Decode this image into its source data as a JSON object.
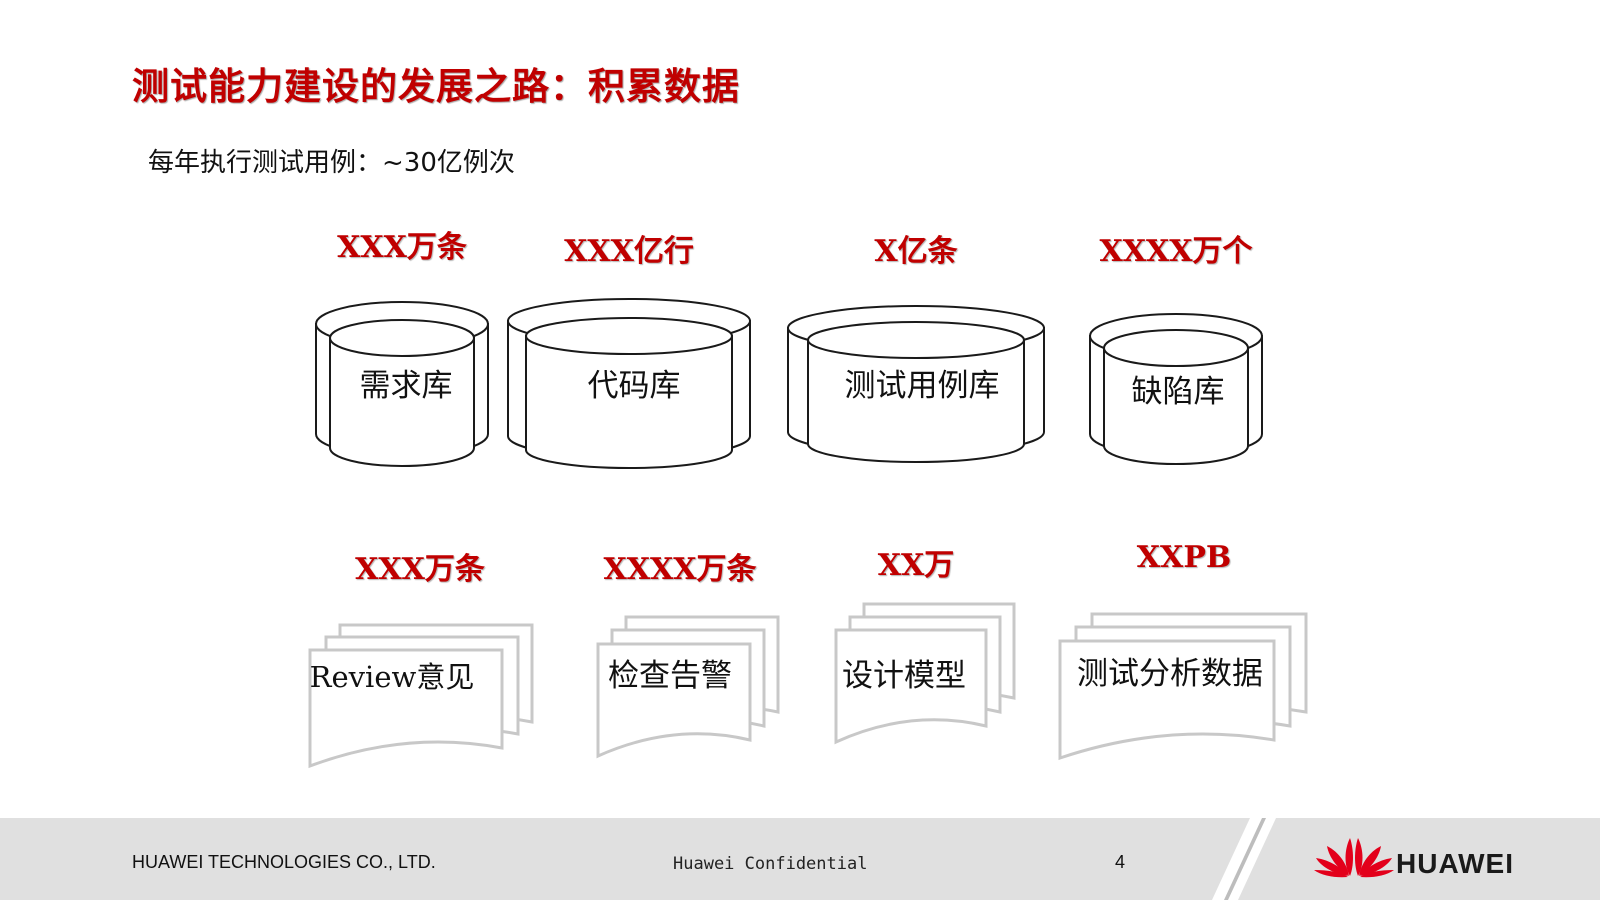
{
  "slide": {
    "title": "测试能力建设的发展之路：积累数据",
    "subtitle": "每年执行测试用例：~30亿例次"
  },
  "databases": [
    {
      "label": "需求库",
      "metric": "XXX万条"
    },
    {
      "label": "代码库",
      "metric": "XXX亿行"
    },
    {
      "label": "测试用例库",
      "metric": "X亿条"
    },
    {
      "label": "缺陷库",
      "metric": "XXXX万个"
    }
  ],
  "documents": [
    {
      "label": "Review意见",
      "metric": "XXX万条"
    },
    {
      "label": "检查告警",
      "metric": "XXXX万条"
    },
    {
      "label": "设计模型",
      "metric": "XX万"
    },
    {
      "label": "测试分析数据",
      "metric": "XXPB"
    }
  ],
  "footer": {
    "company": "HUAWEI TECHNOLOGIES CO., LTD.",
    "confidential": "Huawei Confidential",
    "page_number": "4",
    "brand": "HUAWEI"
  },
  "colors": {
    "accent_red": "#c00000",
    "footer_gray": "#e0e0e0",
    "logo_red": "#e3001b"
  },
  "icons": [
    "huawei-logo-icon"
  ]
}
